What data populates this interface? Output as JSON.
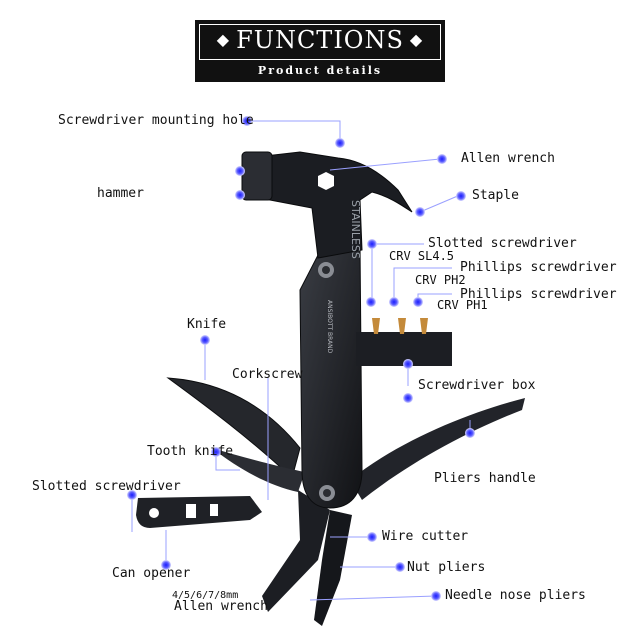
{
  "banner": {
    "title": "FUNCTIONS",
    "subtitle": "Product details",
    "diamond_glyph": "◆"
  },
  "labels": {
    "screwdriver_mounting_hole": "Screwdriver mounting hole",
    "allen_wrench_top": "Allen wrench",
    "hammer": "hammer",
    "staple": "Staple",
    "slotted_screwdriver_bit": "Slotted screwdriver",
    "phillips_1": "Phillips screwdriver",
    "phillips_2": "Phillips screwdriver",
    "knife": "Knife",
    "corkscrew": "Corkscrew",
    "screwdriver_box": "Screwdriver box",
    "tooth_knife": "Tooth knife",
    "pliers_handle": "Pliers handle",
    "slotted_screwdriver_tool": "Slotted screwdriver",
    "wire_cutter": "Wire cutter",
    "can_opener": "Can opener",
    "nut_pliers": "Nut pliers",
    "allen_sizes": "4/5/6/7/8mm",
    "allen_wrench_bottom": "Allen wrench",
    "needle_nose_pliers": "Needle nose pliers"
  },
  "codes": {
    "crv_sl": "CRV SL4.5",
    "crv_ph2": "CRV PH2",
    "crv_ph1": "CRV PH1"
  },
  "tool_text": {
    "stamp": "STAINLESS",
    "brand": "ANSIBOTT BRAND"
  },
  "colors": {
    "marker": "#3a3df0",
    "tool": "#1b1d22",
    "banner": "#111111"
  }
}
